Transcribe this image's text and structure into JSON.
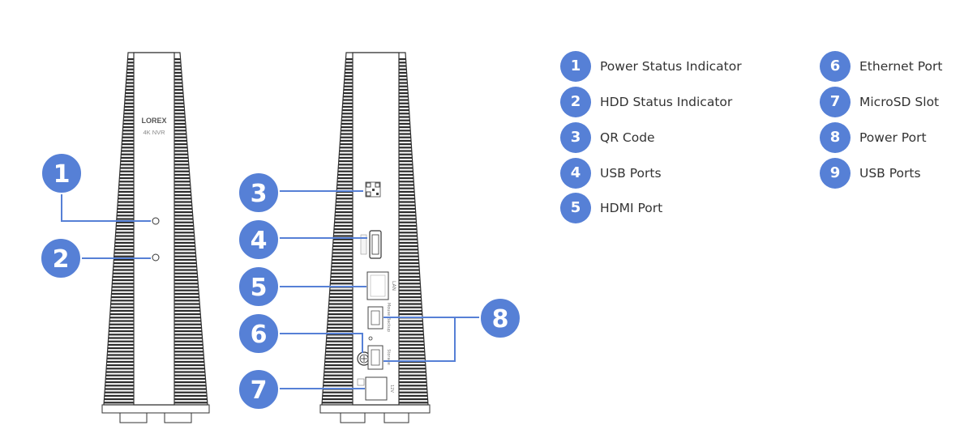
{
  "colors": {
    "accent": "#5680d6",
    "line": "#333333",
    "vent": "#2b2b2b"
  },
  "device_front": {
    "brand": "LOREX",
    "model": "4K NVR"
  },
  "device_back": {
    "lan_label": "LAN",
    "usb_top_label": "Mouse Backup",
    "usb_bottom_label": "Storage",
    "power_label": "12V"
  },
  "callouts": [
    "1",
    "2",
    "3",
    "4",
    "5",
    "6",
    "7",
    "8"
  ],
  "legend": {
    "items": [
      {
        "num": "1",
        "label": "Power Status Indicator"
      },
      {
        "num": "2",
        "label": "HDD Status Indicator"
      },
      {
        "num": "3",
        "label": "QR Code"
      },
      {
        "num": "4",
        "label": "USB Ports"
      },
      {
        "num": "5",
        "label": "HDMI Port"
      },
      {
        "num": "6",
        "label": "Ethernet Port"
      },
      {
        "num": "7",
        "label": "MicroSD Slot"
      },
      {
        "num": "8",
        "label": "Power Port"
      },
      {
        "num": "9",
        "label": "USB Ports"
      }
    ]
  }
}
